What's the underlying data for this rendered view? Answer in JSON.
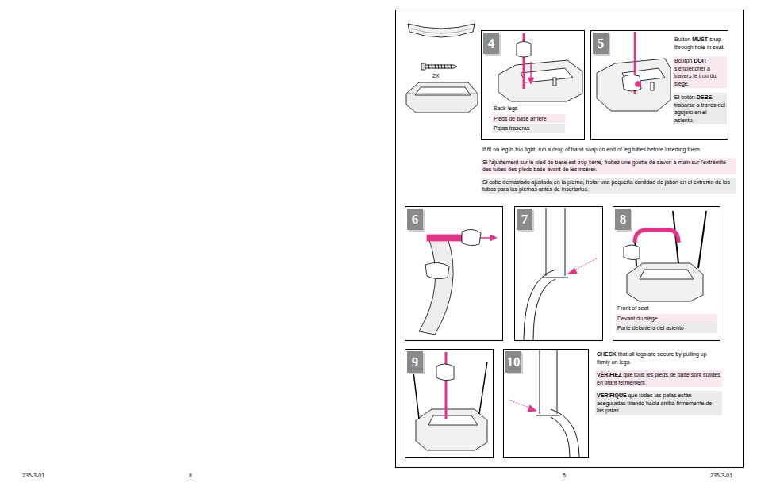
{
  "diagram": {
    "nodes": [
      {
        "text": [
          "4",
          "Back legs",
          "Pieds de base arrière",
          "Patas traseras"
        ]
      },
      {
        "text": [
          "5",
          "Button MUST snap through hole in seat.",
          "Bouton DOIT s'enclencher à travers le trou du siège.",
          "El botón DEBE trabarse a través del agujero en el asiento."
        ]
      },
      {
        "text": [
          "6"
        ]
      },
      {
        "text": [
          "7"
        ]
      },
      {
        "text": [
          "8",
          "Front of seat",
          "Devant du siège",
          "Parte delantera del asiento"
        ]
      },
      {
        "text": [
          "9"
        ]
      },
      {
        "text": [
          "10"
        ]
      }
    ],
    "labels": [
      "2X",
      "If fit on leg is too tight, rub a drop of hand soap on end of leg tubes before inserting them.",
      "Si l'ajustement sur le pied de base est trop serré, frottez une goutte de savon à main sur l'extrémité des tubes des pieds base avant de les insérer.",
      "Si cabe demasiado ajustada en la pierna, frotar una pequeña cantidad de jabón en el extremo de los tubos para las piernas antes de insertarlos.",
      "CHECK that all legs are secure by pulling up firmly on legs.",
      "VÉRIFIEZ que tous les pieds de base sont solides en tirant fermement.",
      "VERIFIQUE que todas las patas están aseguradas tirando hacia arriba firmemente de las patas.",
      "235-3-01",
      "8",
      "5",
      "235-3-01"
    ]
  }
}
